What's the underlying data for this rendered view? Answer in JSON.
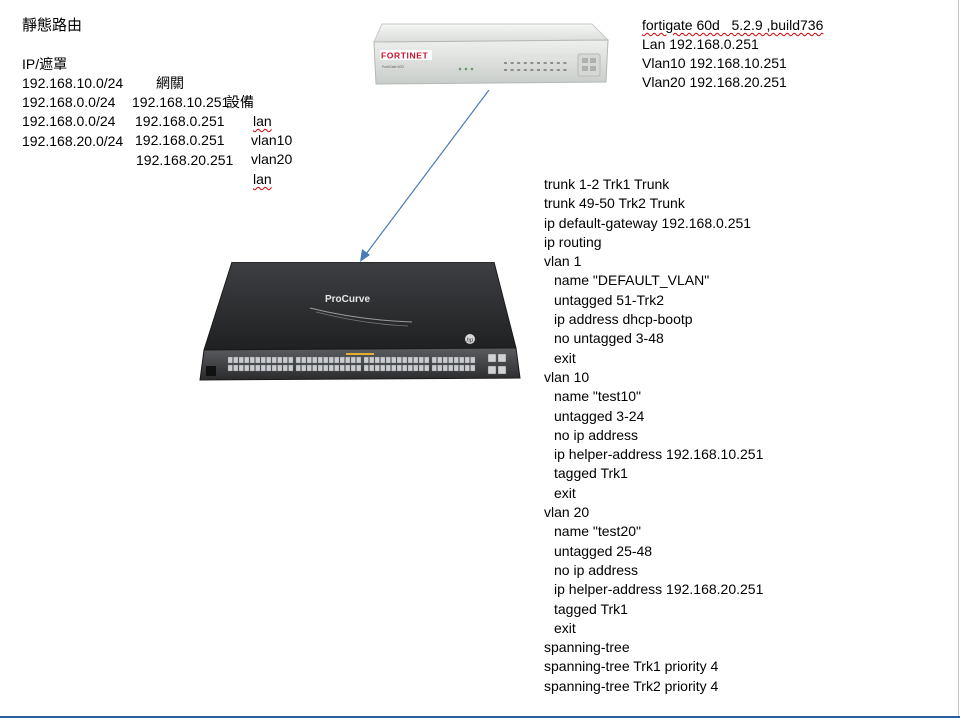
{
  "routing_table": {
    "title": "靜態路由",
    "headers": [
      "IP/遮罩",
      "網關",
      "設備"
    ],
    "rows": [
      [
        "192.168.10.0/24",
        "192.168.10.251",
        "lan"
      ],
      [
        "192.168.0.0/24",
        "192.168.0.251",
        "vlan10"
      ],
      [
        "192.168.0.0/24",
        "192.168.0.251",
        "vlan20"
      ],
      [
        "192.168.20.0/24",
        "192.168.20.251",
        "lan"
      ]
    ]
  },
  "firewall_info": {
    "lines": [
      "fortigate 60d   5.2.9 ,build736",
      "Lan 192.168.0.251",
      "Vlan10 192.168.10.251",
      "Vlan20 192.168.20.251"
    ]
  },
  "firewall_device": {
    "brand": "FORTINET",
    "model": "FortiGate 60D"
  },
  "switch_device": {
    "brand": "ProCurve",
    "logo": "hp"
  },
  "switch_config": [
    "trunk 1-2 Trk1 Trunk",
    "trunk 49-50 Trk2 Trunk",
    "ip default-gateway 192.168.0.251",
    "ip routing",
    "vlan 1",
    "name \"DEFAULT_VLAN\"",
    "untagged 51-Trk2",
    "ip address dhcp-bootp",
    "no untagged 3-48",
    "exit",
    "vlan 10",
    "name \"test10\"",
    "untagged 3-24",
    "no ip address",
    "ip helper-address 192.168.10.251",
    "tagged Trk1",
    "exit",
    "vlan 20",
    "name \"test20\"",
    "untagged 25-48",
    "no ip address",
    "ip helper-address 192.168.20.251",
    "tagged Trk1",
    "exit",
    "spanning-tree",
    "spanning-tree Trk1 priority 4",
    "spanning-tree Trk2 priority 4"
  ],
  "colors": {
    "arrow": "#4a7ab8",
    "frame_line": "#2b5f9e",
    "spellcheck": "#d00000"
  }
}
